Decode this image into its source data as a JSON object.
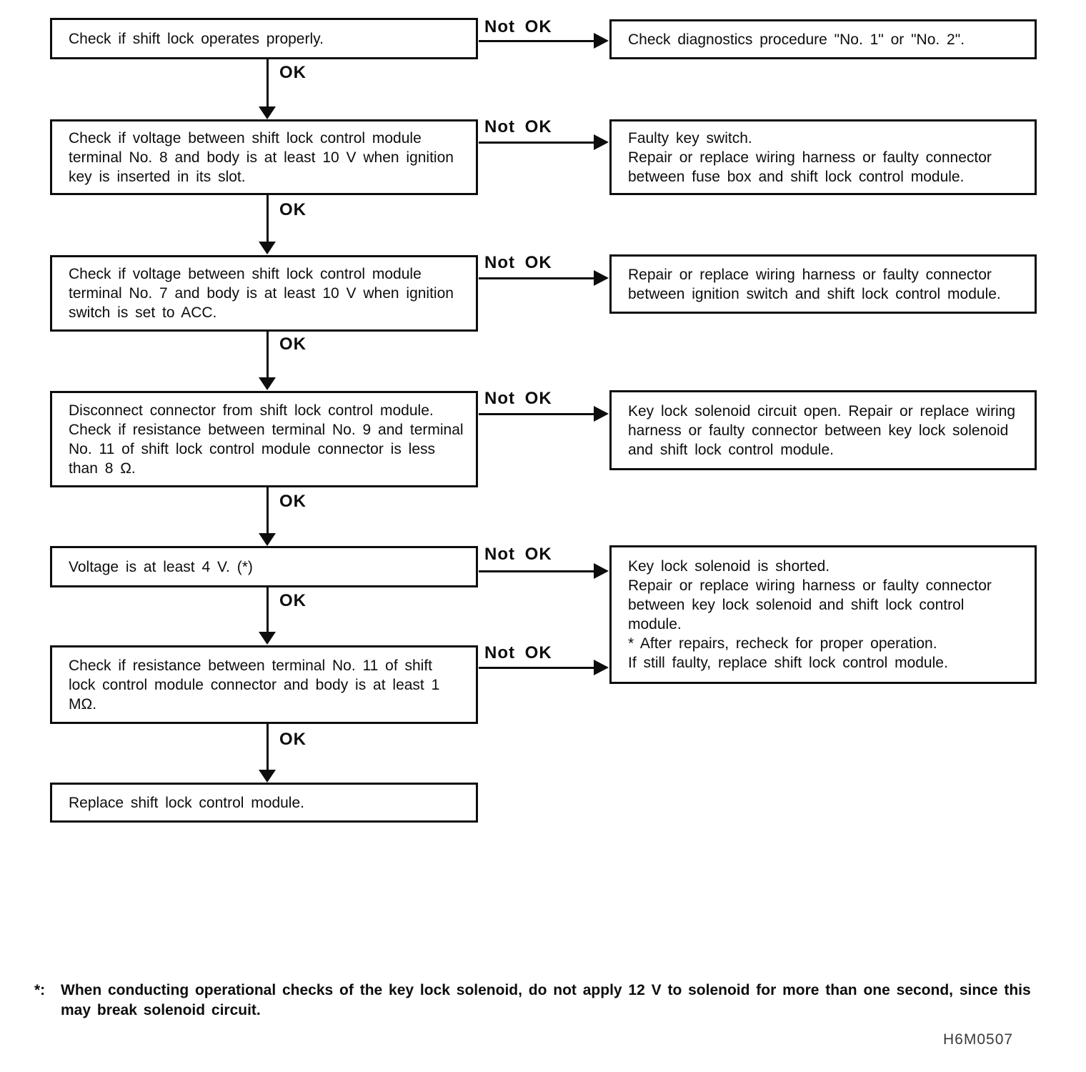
{
  "labels": {
    "ok": "OK",
    "not_ok": "Not OK"
  },
  "colors": {
    "ink": "#0d0d0d",
    "paper": "#ffffff"
  },
  "flow": {
    "steps": [
      {
        "lines": [
          "Check if shift lock operates properly."
        ]
      },
      {
        "lines": [
          "Check if voltage between shift lock control module terminal No. 8 and body is at least 10 V when ignition key is inserted in its slot."
        ]
      },
      {
        "lines": [
          "Check if voltage between shift lock control module terminal No. 7 and body is at least 10 V when ignition switch is set to ACC."
        ]
      },
      {
        "lines": [
          "Disconnect connector from shift lock control module.",
          "Check if resistance between terminal No. 9 and terminal No. 11 of shift lock control module connector is less than 8 Ω."
        ]
      },
      {
        "lines": [
          "Voltage is at least 4 V. (*)"
        ]
      },
      {
        "lines": [
          "Check if resistance between terminal No. 11 of shift lock control module connector and body is at least 1 MΩ."
        ]
      },
      {
        "lines": [
          "Replace shift lock control module."
        ]
      }
    ],
    "results": [
      {
        "lines": [
          "Check diagnostics procedure \"No. 1\" or \"No. 2\"."
        ]
      },
      {
        "lines": [
          "Faulty key switch.",
          "Repair or replace wiring harness or faulty connector between fuse box and shift lock control module."
        ]
      },
      {
        "lines": [
          "Repair or replace wiring harness or faulty connector between ignition switch and shift lock control module."
        ]
      },
      {
        "lines": [
          "Key lock solenoid circuit open. Repair or replace wiring harness or faulty connector between key lock solenoid and shift lock control module."
        ]
      },
      {
        "lines": [
          "Key lock solenoid is shorted.",
          "Repair or replace wiring harness or faulty connector between key lock solenoid and shift lock control module.",
          "* After repairs, recheck for proper operation.",
          "If still faulty, replace shift lock control module."
        ]
      }
    ]
  },
  "footnote": {
    "marker": "*:",
    "text": "When conducting operational checks of the key lock solenoid, do not apply 12 V to solenoid for more than one second, since this may break solenoid circuit."
  },
  "figure_code": "H6M0507"
}
